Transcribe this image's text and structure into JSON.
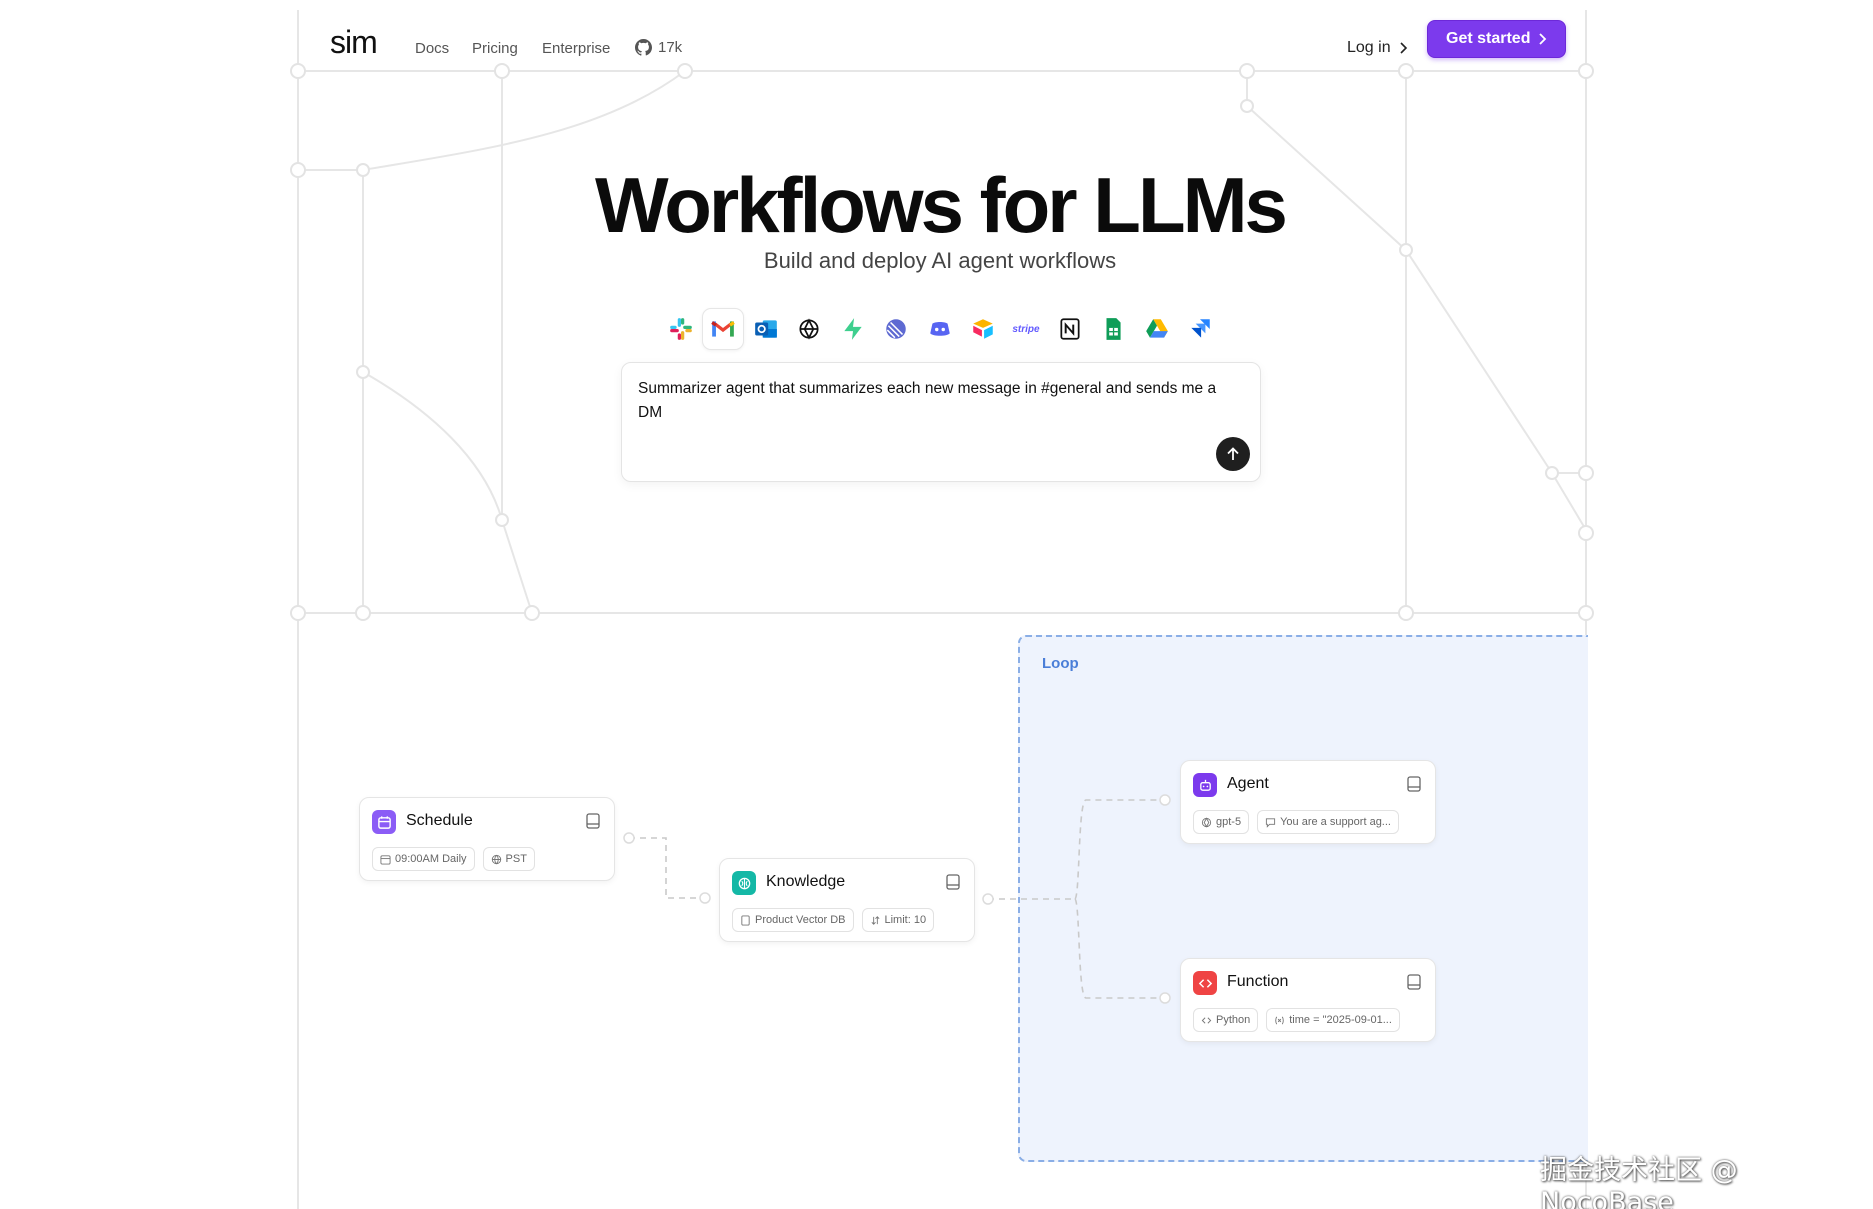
{
  "nav": {
    "logo": "sim",
    "links": [
      "Docs",
      "Pricing",
      "Enterprise"
    ],
    "github_stars": "17k",
    "login_label": "Log in",
    "cta_label": "Get started"
  },
  "hero": {
    "title": "Workflows for LLMs",
    "subtitle": "Build and deploy AI agent workflows"
  },
  "integrations": [
    "slack-icon",
    "gmail-icon",
    "outlook-icon",
    "openai-icon",
    "supabase-icon",
    "linear-icon",
    "discord-icon",
    "airtable-icon",
    "stripe-icon",
    "notion-icon",
    "google-sheets-icon",
    "google-drive-icon",
    "jira-icon"
  ],
  "integrations_stripe_label": "stripe",
  "prompt": {
    "text": "Summarizer agent that summarizes each new message in #general and sends me a DM"
  },
  "workflow": {
    "loop_label": "Loop",
    "blocks": {
      "schedule": {
        "title": "Schedule",
        "chips": [
          "09:00AM Daily",
          "PST"
        ],
        "color": "#8b5cf6"
      },
      "knowledge": {
        "title": "Knowledge",
        "chips": [
          "Product Vector DB",
          "Limit: 10"
        ],
        "color": "#14b8a6"
      },
      "agent": {
        "title": "Agent",
        "chips": [
          "gpt-5",
          "You are a support ag..."
        ],
        "color": "#7c3aed"
      },
      "function": {
        "title": "Function",
        "chips": [
          "Python",
          "time = \"2025-09-01..."
        ],
        "color": "#ef4444"
      }
    }
  },
  "watermark": "掘金技术社区 @ NocoBase",
  "colors": {
    "accent": "#7c3aed",
    "loop_bg": "#eef3fd",
    "loop_border": "#8aaee6"
  }
}
